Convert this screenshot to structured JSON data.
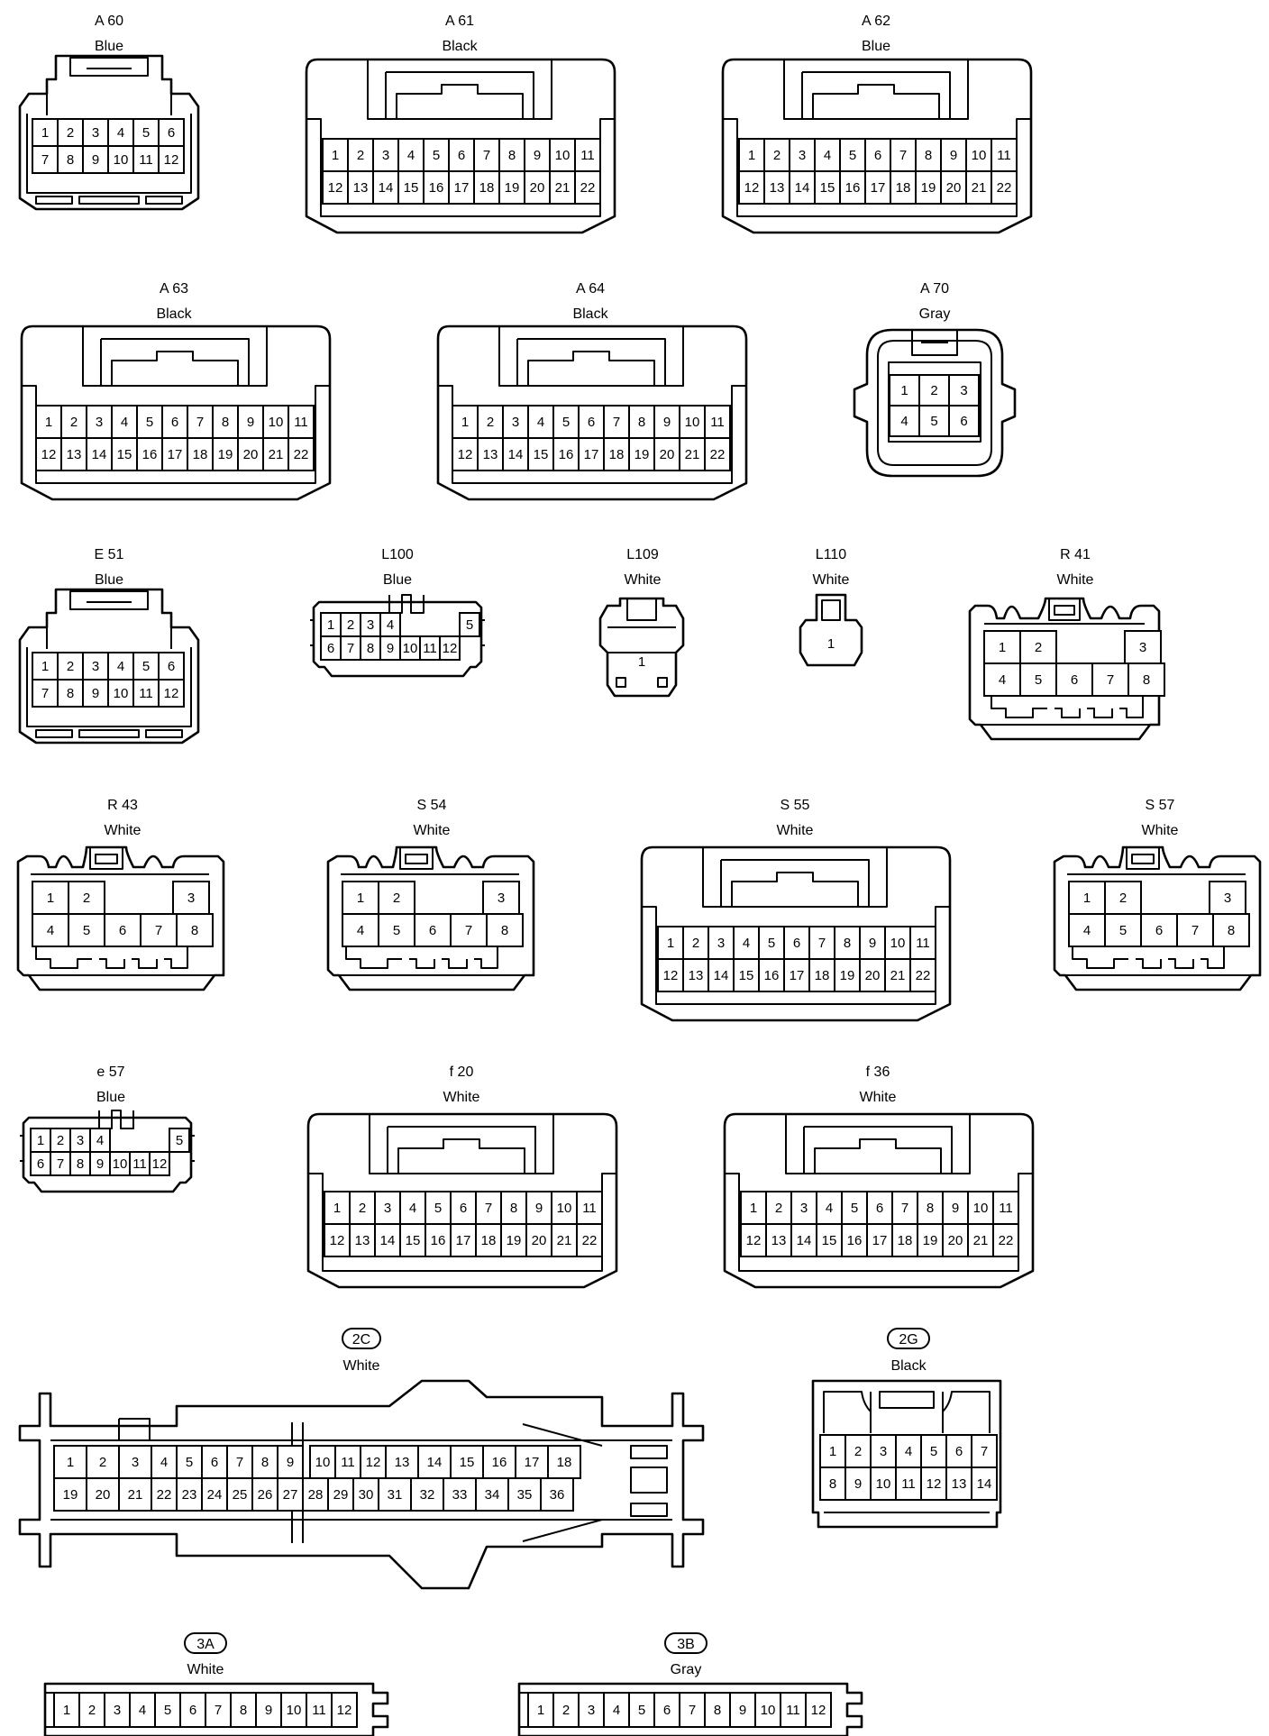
{
  "connectors": [
    {
      "id": "A60",
      "code": "A 60",
      "color": "Blue",
      "pin_rows": [
        [
          "1",
          "2",
          "3",
          "4",
          "5",
          "6"
        ],
        [
          "7",
          "8",
          "9",
          "10",
          "11",
          "12"
        ]
      ]
    },
    {
      "id": "A61",
      "code": "A 61",
      "color": "Black",
      "pin_rows": [
        [
          "1",
          "2",
          "3",
          "4",
          "5",
          "6",
          "7",
          "8",
          "9",
          "10",
          "11"
        ],
        [
          "12",
          "13",
          "14",
          "15",
          "16",
          "17",
          "18",
          "19",
          "20",
          "21",
          "22"
        ]
      ]
    },
    {
      "id": "A62",
      "code": "A 62",
      "color": "Blue",
      "pin_rows": [
        [
          "1",
          "2",
          "3",
          "4",
          "5",
          "6",
          "7",
          "8",
          "9",
          "10",
          "11"
        ],
        [
          "12",
          "13",
          "14",
          "15",
          "16",
          "17",
          "18",
          "19",
          "20",
          "21",
          "22"
        ]
      ]
    },
    {
      "id": "A63",
      "code": "A 63",
      "color": "Black",
      "pin_rows": [
        [
          "1",
          "2",
          "3",
          "4",
          "5",
          "6",
          "7",
          "8",
          "9",
          "10",
          "11"
        ],
        [
          "12",
          "13",
          "14",
          "15",
          "16",
          "17",
          "18",
          "19",
          "20",
          "21",
          "22"
        ]
      ]
    },
    {
      "id": "A64",
      "code": "A 64",
      "color": "Black",
      "pin_rows": [
        [
          "1",
          "2",
          "3",
          "4",
          "5",
          "6",
          "7",
          "8",
          "9",
          "10",
          "11"
        ],
        [
          "12",
          "13",
          "14",
          "15",
          "16",
          "17",
          "18",
          "19",
          "20",
          "21",
          "22"
        ]
      ]
    },
    {
      "id": "A70",
      "code": "A 70",
      "color": "Gray",
      "pin_rows": [
        [
          "1",
          "2",
          "3"
        ],
        [
          "4",
          "5",
          "6"
        ]
      ]
    },
    {
      "id": "E51",
      "code": "E 51",
      "color": "Blue",
      "pin_rows": [
        [
          "1",
          "2",
          "3",
          "4",
          "5",
          "6"
        ],
        [
          "7",
          "8",
          "9",
          "10",
          "11",
          "12"
        ]
      ]
    },
    {
      "id": "L100",
      "code": "L100",
      "color": "Blue",
      "pin_rows": [
        [
          "1",
          "2",
          "3",
          "4",
          "5"
        ],
        [
          "6",
          "7",
          "8",
          "9",
          "10",
          "11",
          "12"
        ]
      ]
    },
    {
      "id": "L109",
      "code": "L109",
      "color": "White",
      "pin_rows": [
        [
          "1"
        ]
      ]
    },
    {
      "id": "L110",
      "code": "L110",
      "color": "White",
      "pin_rows": [
        [
          "1"
        ]
      ]
    },
    {
      "id": "R41",
      "code": "R 41",
      "color": "White",
      "pin_rows": [
        [
          "1",
          "2",
          "3"
        ],
        [
          "4",
          "5",
          "6",
          "7",
          "8"
        ]
      ]
    },
    {
      "id": "R43",
      "code": "R 43",
      "color": "White",
      "pin_rows": [
        [
          "1",
          "2",
          "3"
        ],
        [
          "4",
          "5",
          "6",
          "7",
          "8"
        ]
      ]
    },
    {
      "id": "S54",
      "code": "S 54",
      "color": "White",
      "pin_rows": [
        [
          "1",
          "2",
          "3"
        ],
        [
          "4",
          "5",
          "6",
          "7",
          "8"
        ]
      ]
    },
    {
      "id": "S55",
      "code": "S 55",
      "color": "White",
      "pin_rows": [
        [
          "1",
          "2",
          "3",
          "4",
          "5",
          "6",
          "7",
          "8",
          "9",
          "10",
          "11"
        ],
        [
          "12",
          "13",
          "14",
          "15",
          "16",
          "17",
          "18",
          "19",
          "20",
          "21",
          "22"
        ]
      ]
    },
    {
      "id": "S57",
      "code": "S 57",
      "color": "White",
      "pin_rows": [
        [
          "1",
          "2",
          "3"
        ],
        [
          "4",
          "5",
          "6",
          "7",
          "8"
        ]
      ]
    },
    {
      "id": "e57",
      "code": "e 57",
      "color": "Blue",
      "pin_rows": [
        [
          "1",
          "2",
          "3",
          "4",
          "5"
        ],
        [
          "6",
          "7",
          "8",
          "9",
          "10",
          "11",
          "12"
        ]
      ]
    },
    {
      "id": "f20",
      "code": "f 20",
      "color": "White",
      "pin_rows": [
        [
          "1",
          "2",
          "3",
          "4",
          "5",
          "6",
          "7",
          "8",
          "9",
          "10",
          "11"
        ],
        [
          "12",
          "13",
          "14",
          "15",
          "16",
          "17",
          "18",
          "19",
          "20",
          "21",
          "22"
        ]
      ]
    },
    {
      "id": "f36",
      "code": "f 36",
      "color": "White",
      "pin_rows": [
        [
          "1",
          "2",
          "3",
          "4",
          "5",
          "6",
          "7",
          "8",
          "9",
          "10",
          "11"
        ],
        [
          "12",
          "13",
          "14",
          "15",
          "16",
          "17",
          "18",
          "19",
          "20",
          "21",
          "22"
        ]
      ]
    },
    {
      "id": "2C",
      "code": "2C",
      "color": "White",
      "pin_rows": [
        [
          "1",
          "2",
          "3",
          "4",
          "5",
          "6",
          "7",
          "8",
          "9",
          "10",
          "11",
          "12",
          "13",
          "14",
          "15",
          "16",
          "17",
          "18"
        ],
        [
          "19",
          "20",
          "21",
          "22",
          "23",
          "24",
          "25",
          "26",
          "27",
          "28",
          "29",
          "30",
          "31",
          "32",
          "33",
          "34",
          "35",
          "36"
        ]
      ]
    },
    {
      "id": "2G",
      "code": "2G",
      "color": "Black",
      "pin_rows": [
        [
          "1",
          "2",
          "3",
          "4",
          "5",
          "6",
          "7"
        ],
        [
          "8",
          "9",
          "10",
          "11",
          "12",
          "13",
          "14"
        ]
      ]
    },
    {
      "id": "3A",
      "code": "3A",
      "color": "White",
      "pin_rows": [
        [
          "1",
          "2",
          "3",
          "4",
          "5",
          "6",
          "7",
          "8",
          "9",
          "10",
          "11",
          "12"
        ]
      ]
    },
    {
      "id": "3B",
      "code": "3B",
      "color": "Gray",
      "pin_rows": [
        [
          "1",
          "2",
          "3",
          "4",
          "5",
          "6",
          "7",
          "8",
          "9",
          "10",
          "11",
          "12"
        ]
      ]
    }
  ]
}
